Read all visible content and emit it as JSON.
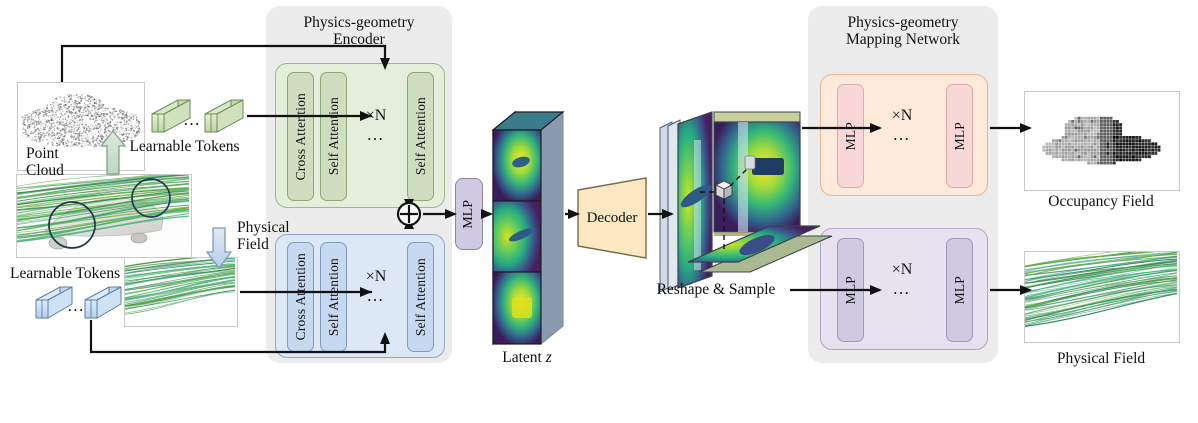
{
  "figure": {
    "type": "architecture-diagram",
    "background": "#ffffff"
  },
  "encoder_group": {
    "title_line1": "Physics-geometry",
    "title_line2": "Encoder",
    "background": "#ececec",
    "branches": [
      {
        "name": "geometry-branch",
        "color": "#e4eedb",
        "blocks": [
          "Cross Attention",
          "Self Attention",
          "Self Attention"
        ],
        "repeat": "×N",
        "ellipsis": "…"
      },
      {
        "name": "physics-branch",
        "color": "#dde8f7",
        "blocks": [
          "Cross Attention",
          "Self Attention",
          "Self Attention"
        ],
        "repeat": "×N",
        "ellipsis": "…"
      }
    ]
  },
  "mapping_group": {
    "title_line1": "Physics-geometry",
    "title_line2": "Mapping Network",
    "background": "#ececec",
    "branches": [
      {
        "name": "occupancy-branch",
        "color": "#fdeadb",
        "blocks": [
          "MLP",
          "MLP"
        ],
        "repeat": "×N",
        "ellipsis": "…"
      },
      {
        "name": "physical-branch",
        "color": "#e8e1ef",
        "blocks": [
          "MLP",
          "MLP"
        ],
        "repeat": "×N",
        "ellipsis": "…"
      }
    ]
  },
  "fusion": {
    "operator": "⊕",
    "mlp_label": "MLP"
  },
  "latent": {
    "caption_prefix": "Latent ",
    "caption_symbol": "z",
    "planes": 3
  },
  "decoder": {
    "label": "Decoder",
    "color": "#fbe8c3"
  },
  "triplane": {
    "caption": "Reshape & Sample"
  },
  "inputs": {
    "point_cloud_caption_line1": "Point",
    "point_cloud_caption_line2": "Cloud",
    "physical_field_caption_line1": "Physical",
    "physical_field_caption_line2": "Field",
    "learnable_tokens_top": "Learnable Tokens",
    "learnable_tokens_bottom": "Learnable Tokens",
    "token_ellipsis": "…"
  },
  "outputs": [
    {
      "name": "occupancy-field",
      "caption": "Occupancy Field"
    },
    {
      "name": "physical-field",
      "caption": "Physical Field"
    }
  ],
  "colors": {
    "green_panel": "#e4eedb",
    "blue_panel": "#dde8f7",
    "peach_panel": "#fdeadb",
    "purple_panel": "#e8e1ef",
    "mlp": "#cfc9e2",
    "decoder": "#fbe8c3",
    "group_grey": "#ececec",
    "arrow": "#1a1a1a"
  }
}
